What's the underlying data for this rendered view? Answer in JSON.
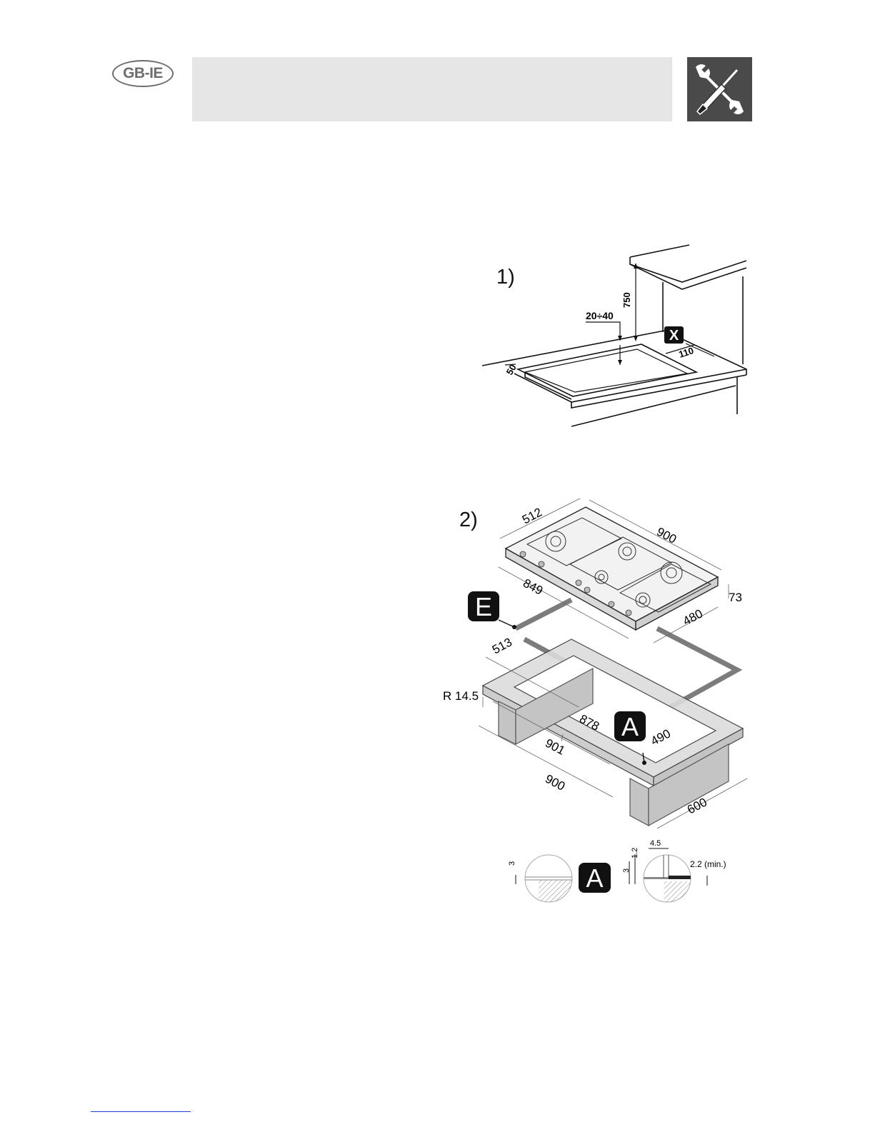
{
  "header": {
    "badge": "GB-IE",
    "icon": "wrench-screwdriver-icon"
  },
  "figure1": {
    "label": "1)",
    "dim_750": "750",
    "dim_20_40": "20÷40",
    "dim_50": "50",
    "dim_110": "110",
    "marker_x": "X"
  },
  "figure2": {
    "label": "2)",
    "dim_512": "512",
    "dim_900_top": "900",
    "dim_849": "849",
    "dim_73": "73",
    "dim_480": "480",
    "dim_513": "513",
    "dim_r": "R 14.5",
    "dim_878": "878",
    "dim_490": "490",
    "dim_901": "901",
    "dim_900_bottom": "900",
    "dim_600": "600",
    "marker_e": "E",
    "marker_a": "A"
  },
  "detail": {
    "left_dim": "3",
    "marker_a": "A",
    "dim_45": "4.5",
    "dim_12": "1.2",
    "dim_3": "3",
    "dim_22": "2.2 (min.)"
  }
}
